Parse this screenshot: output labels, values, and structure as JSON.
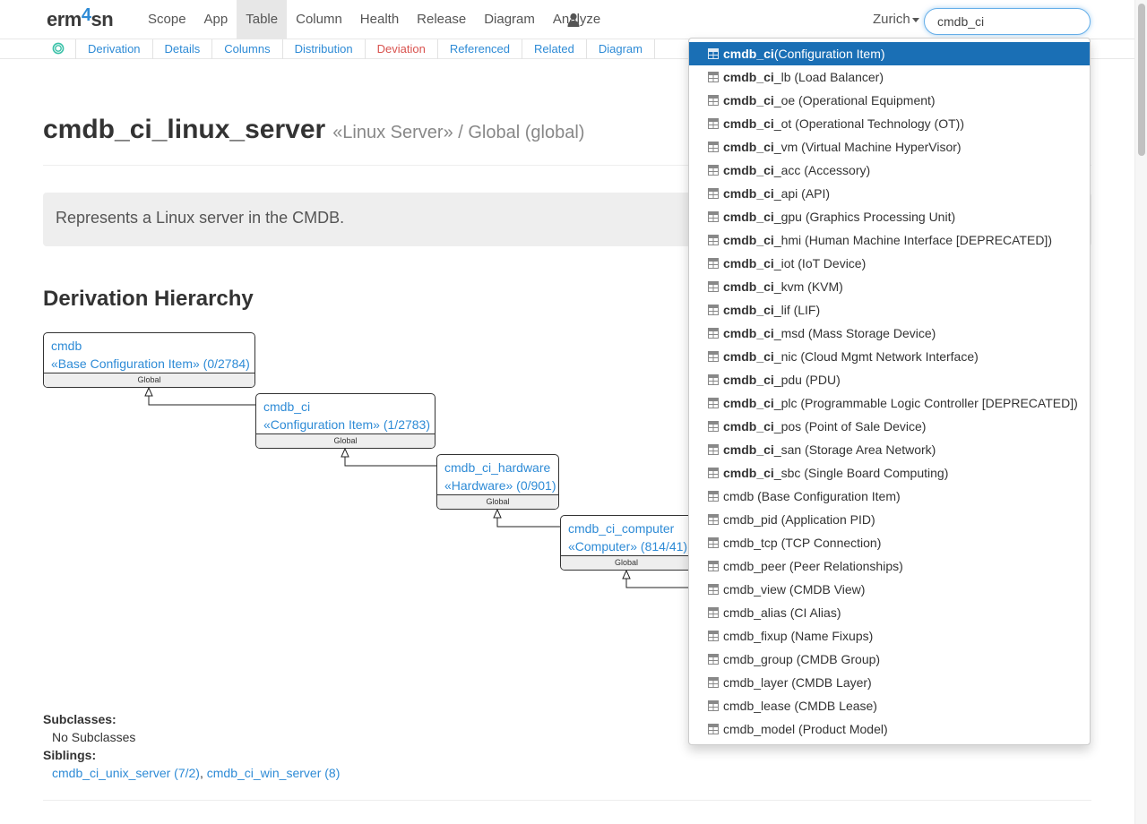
{
  "brand": {
    "pre": "erm",
    "num": "4",
    "post": "sn"
  },
  "nav": [
    "Scope",
    "App",
    "Table",
    "Column",
    "Health",
    "Release",
    "Diagram",
    "Analyze"
  ],
  "region": "Zurich",
  "search": {
    "value": "cmdb_ci"
  },
  "subnav": [
    "Derivation",
    "Details",
    "Columns",
    "Distribution",
    "Deviation",
    "Referenced",
    "Related",
    "Diagram"
  ],
  "page": {
    "title": "cmdb_ci_linux_server",
    "subtitle": "«Linux Server» / Global (global)",
    "description": "Represents a Linux server in the CMDB.",
    "section": "Derivation Hierarchy"
  },
  "hierarchy": [
    {
      "name": "cmdb",
      "label": "«Base Configuration Item» (0/2784)",
      "scope": "Global"
    },
    {
      "name": "cmdb_ci",
      "label": "«Configuration Item» (1/2783)",
      "scope": "Global"
    },
    {
      "name": "cmdb_ci_hardware",
      "label": "«Hardware» (0/901)",
      "scope": "Global"
    },
    {
      "name": "cmdb_ci_computer",
      "label": "«Computer» (814/41)",
      "scope": "Global"
    }
  ],
  "subclasses": {
    "heading": "Subclasses:",
    "value": "No Subclasses"
  },
  "siblings": {
    "heading": "Siblings:",
    "items": [
      "cmdb_ci_unix_server (7/2)",
      "cmdb_ci_win_server (8)"
    ],
    "separator": ", "
  },
  "suggestions": [
    {
      "bold": "cmdb_ci",
      "rest": " (Configuration Item)"
    },
    {
      "bold": "cmdb_ci",
      "rest": "_lb (Load Balancer)"
    },
    {
      "bold": "cmdb_ci",
      "rest": "_oe (Operational Equipment)"
    },
    {
      "bold": "cmdb_ci",
      "rest": "_ot (Operational Technology (OT))"
    },
    {
      "bold": "cmdb_ci",
      "rest": "_vm (Virtual Machine HyperVisor)"
    },
    {
      "bold": "cmdb_ci",
      "rest": "_acc (Accessory)"
    },
    {
      "bold": "cmdb_ci",
      "rest": "_api (API)"
    },
    {
      "bold": "cmdb_ci",
      "rest": "_gpu (Graphics Processing Unit)"
    },
    {
      "bold": "cmdb_ci",
      "rest": "_hmi (Human Machine Interface [DEPRECATED])"
    },
    {
      "bold": "cmdb_ci",
      "rest": "_iot (IoT Device)"
    },
    {
      "bold": "cmdb_ci",
      "rest": "_kvm (KVM)"
    },
    {
      "bold": "cmdb_ci",
      "rest": "_lif (LIF)"
    },
    {
      "bold": "cmdb_ci",
      "rest": "_msd (Mass Storage Device)"
    },
    {
      "bold": "cmdb_ci",
      "rest": "_nic (Cloud Mgmt Network Interface)"
    },
    {
      "bold": "cmdb_ci",
      "rest": "_pdu (PDU)"
    },
    {
      "bold": "cmdb_ci",
      "rest": "_plc (Programmable Logic Controller [DEPRECATED])"
    },
    {
      "bold": "cmdb_ci",
      "rest": "_pos (Point of Sale Device)"
    },
    {
      "bold": "cmdb_ci",
      "rest": "_san (Storage Area Network)"
    },
    {
      "bold": "cmdb_ci",
      "rest": "_sbc (Single Board Computing)"
    },
    {
      "bold": "",
      "rest": "cmdb (Base Configuration Item)"
    },
    {
      "bold": "",
      "rest": "cmdb_pid (Application PID)"
    },
    {
      "bold": "",
      "rest": "cmdb_tcp (TCP Connection)"
    },
    {
      "bold": "",
      "rest": "cmdb_peer (Peer Relationships)"
    },
    {
      "bold": "",
      "rest": "cmdb_view (CMDB View)"
    },
    {
      "bold": "",
      "rest": "cmdb_alias (CI Alias)"
    },
    {
      "bold": "",
      "rest": "cmdb_fixup (Name Fixups)"
    },
    {
      "bold": "",
      "rest": "cmdb_group (CMDB Group)"
    },
    {
      "bold": "",
      "rest": "cmdb_layer (CMDB Layer)"
    },
    {
      "bold": "",
      "rest": "cmdb_lease (CMDB Lease)"
    },
    {
      "bold": "",
      "rest": "cmdb_model (Product Model)"
    }
  ],
  "icons": {
    "user": "user-icon",
    "ring": "ring-icon",
    "table": "table-icon",
    "caret": "caret-down-icon"
  },
  "colors": {
    "link": "#2e8bd6",
    "active_suggestion": "#1a6fb5",
    "danger": "#d9534f"
  }
}
